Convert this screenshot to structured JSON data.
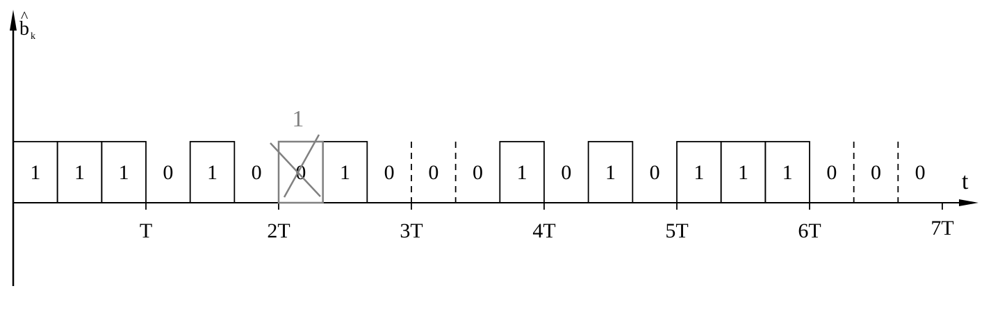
{
  "y_axis_label": "b",
  "y_axis_hat": "^",
  "y_axis_subscript": "k",
  "x_axis_label": "t",
  "time_ticks": [
    "T",
    "2T",
    "3T",
    "4T",
    "5T",
    "6T",
    "7T"
  ],
  "bits": [
    "1",
    "1",
    "1",
    "0",
    "1",
    "0",
    "0",
    "1",
    "0",
    "0",
    "0",
    "1",
    "0",
    "1",
    "0",
    "1",
    "1",
    "1",
    "0",
    "0",
    "0"
  ],
  "correction": {
    "bit_index": 6,
    "crossed_value": "0",
    "new_value": "1",
    "color": "#808080"
  }
}
